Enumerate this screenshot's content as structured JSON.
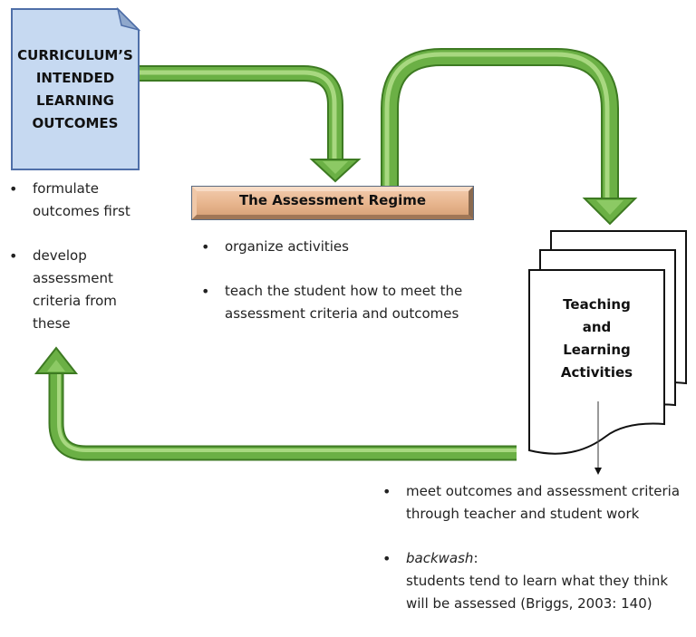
{
  "curriculum_box": {
    "title_lines": [
      "CURRICULUM’S",
      "INTENDED",
      "LEARNING",
      "OUTCOMES"
    ],
    "bullets": [
      "formulate outcomes first",
      "develop assessment criteria from these"
    ]
  },
  "assessment_box": {
    "title": "The Assessment Regime",
    "bullets": [
      "organize activities",
      "teach the student how to meet the assessment criteria and outcomes"
    ]
  },
  "activities_box": {
    "title_lines": [
      "Teaching",
      "and",
      "Learning",
      "Activities"
    ],
    "bullets": [
      {
        "text": "meet outcomes and assessment criteria through teacher and student work"
      },
      {
        "label": "backwash",
        "label_suffix": ":",
        "text": "students tend to learn what they think will be assessed (Briggs, 2003: 140)"
      }
    ]
  },
  "colors": {
    "doc_fill": "#c6d9f1",
    "doc_stroke": "#4f6fa8",
    "regime_fill": "#e8b68f",
    "regime_stroke": "#5a6a80",
    "arrow_green": "#6bb045",
    "arrow_dark": "#3d7a22",
    "arrow_light": "#a8d880"
  }
}
